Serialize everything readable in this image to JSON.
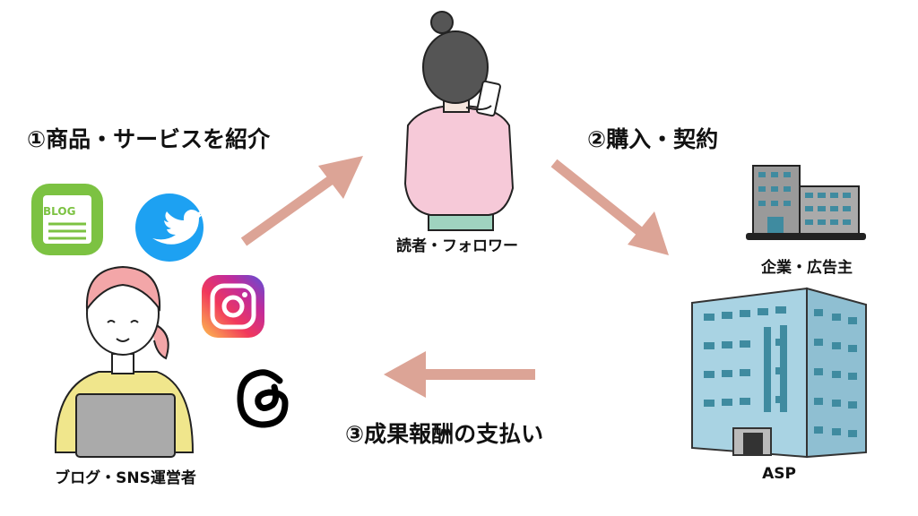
{
  "steps": {
    "step1": "①商品・サービスを紹介",
    "step2": "②購入・契約",
    "step3": "③成果報酬の支払い"
  },
  "actors": {
    "reader": "読者・フォロワー",
    "advertiser": "企業・広告主",
    "asp": "ASP",
    "blogger": "ブログ・SNS運営者"
  },
  "icons": {
    "blog_text": "BLOG",
    "list": [
      "blog-icon",
      "twitter-icon",
      "instagram-icon",
      "threads-icon"
    ]
  },
  "colors": {
    "arrow": "#dca496",
    "blog": "#7cc242",
    "twitter": "#1da1f2",
    "building": "#a9d3e3"
  }
}
